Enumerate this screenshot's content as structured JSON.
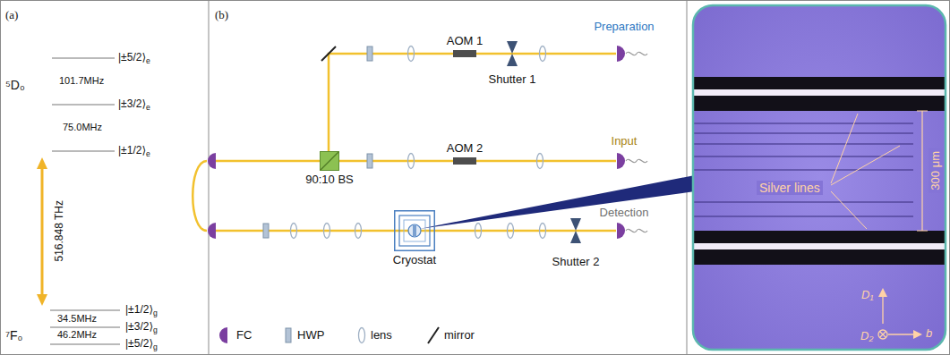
{
  "diagram": {
    "nodes": [
      {
        "text": [
          "AOM 1"
        ]
      },
      {
        "text": [
          "AOM 2"
        ]
      },
      {
        "text": [
          "90:10 BS"
        ]
      },
      {
        "text": [
          "Cryostat"
        ]
      }
    ],
    "labels": [
      "(a)",
      "|±5/2⟩e",
      "⁵D₀",
      "101.7MHz",
      "|±3/2⟩e",
      "75.0MHz",
      "|±1/2⟩e",
      "516.848 THz",
      "|±1/2⟩g",
      "34.5MHz",
      "|±3/2⟩g",
      "46.2MHz",
      "|±5/2⟩g",
      "⁷F₀",
      "(b)",
      "Shutter 1",
      "Preparation",
      "Input",
      "Shutter 2",
      "Detection",
      "Silver lines",
      "300 μm",
      "D₁",
      "D₂",
      "b"
    ],
    "legend": [
      {
        "text": "FC"
      },
      {
        "text": "HWP"
      },
      {
        "text": "lens"
      },
      {
        "text": "mirror"
      }
    ]
  }
}
